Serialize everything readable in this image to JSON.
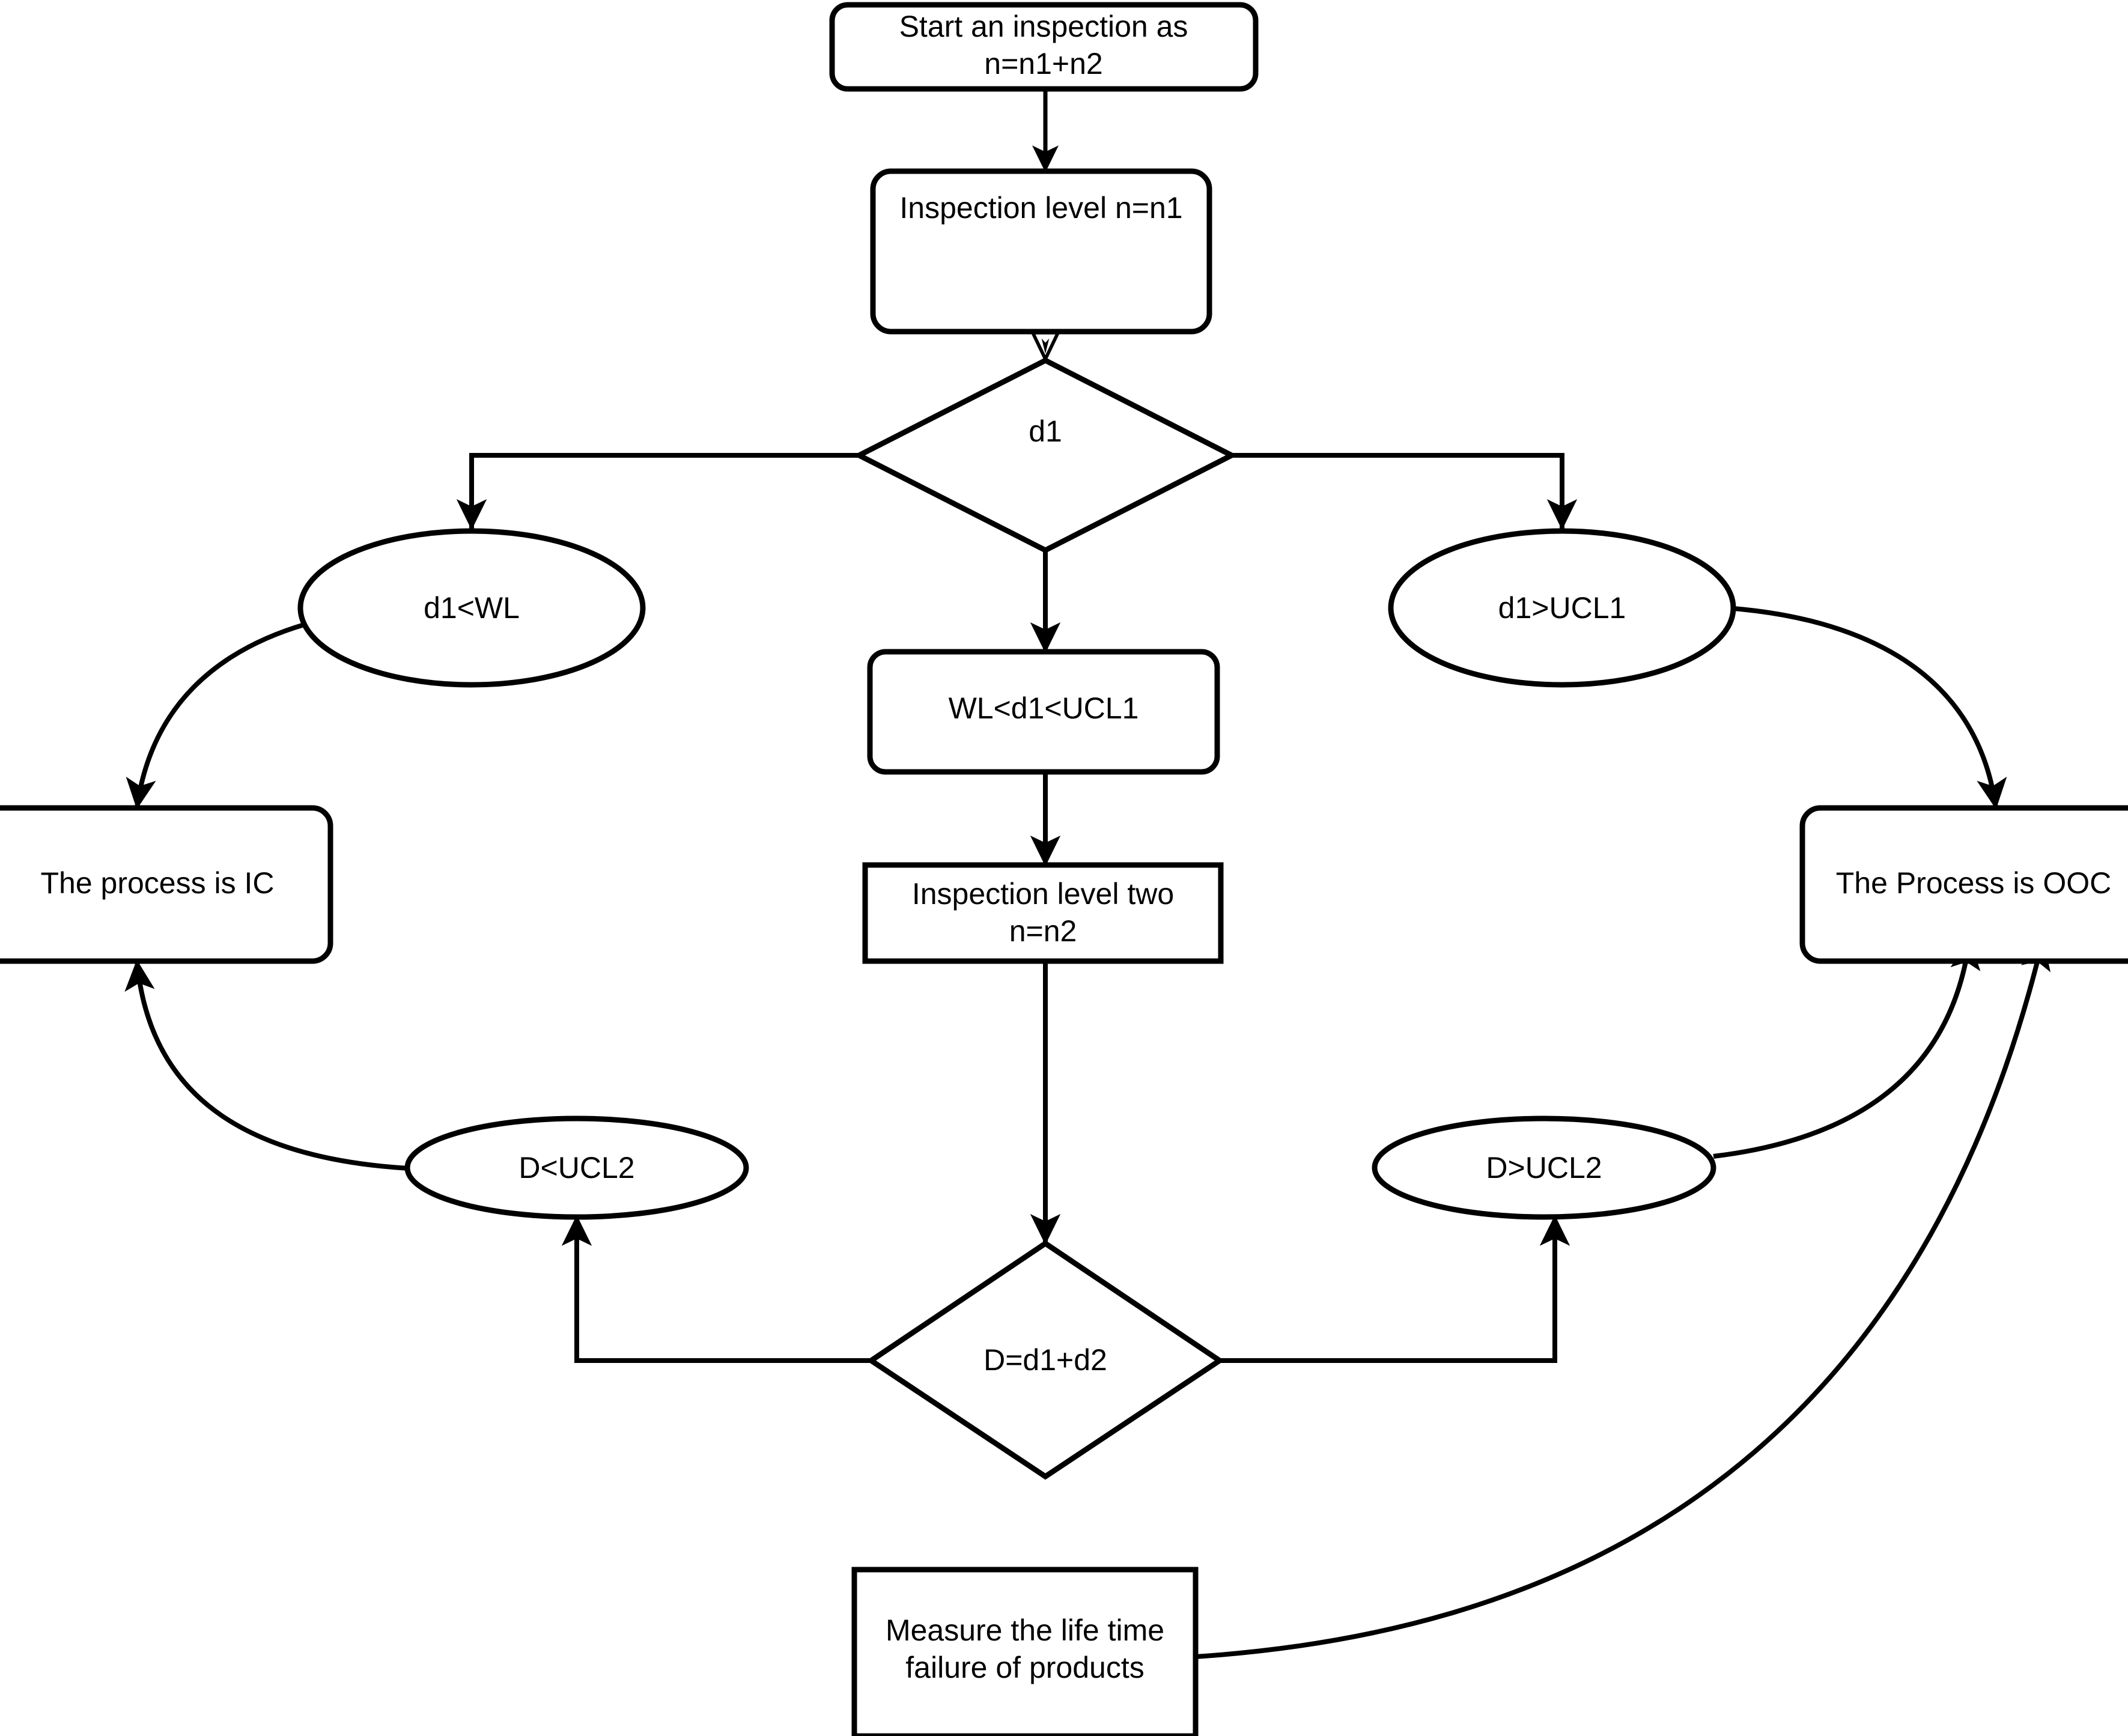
{
  "diagram": {
    "title": "Two-level inspection sampling decision flowchart",
    "background_color": "#ffffff",
    "line_color": "#000000",
    "text_color": "#000000"
  },
  "nodes": {
    "start": {
      "shape": "rounded-rectangle",
      "line1": "Start an inspection as",
      "line2": "n=n1+n2"
    },
    "inspection_level_one": {
      "shape": "rounded-rectangle",
      "label": "Inspection level n=n1"
    },
    "decision_d1": {
      "shape": "diamond",
      "label": "d1"
    },
    "branch_below_wl": {
      "shape": "ellipse",
      "label": "d1<WL"
    },
    "branch_between": {
      "shape": "rounded-rectangle",
      "label": "WL<d1<UCL1"
    },
    "branch_above_ucl1": {
      "shape": "ellipse",
      "label": "d1>UCL1"
    },
    "process_ic": {
      "shape": "rounded-rectangle",
      "label": "The process is IC"
    },
    "process_ooc": {
      "shape": "rounded-rectangle",
      "label": "The Process is OOC"
    },
    "inspection_level_two": {
      "shape": "rectangle",
      "line1": "Inspection level two",
      "line2": "n=n2"
    },
    "decision_total_d": {
      "shape": "diamond",
      "label": "D=d1+d2"
    },
    "branch_d_below_ucl2": {
      "shape": "ellipse",
      "label": "D<UCL2"
    },
    "branch_d_above_ucl2": {
      "shape": "ellipse",
      "label": "D>UCL2"
    },
    "measure_lifetime": {
      "shape": "rectangle",
      "line1": "Measure the life time",
      "line2": "failure of products"
    }
  },
  "edges": [
    {
      "from": "start",
      "to": "inspection_level_one",
      "style": "straight-arrow"
    },
    {
      "from": "inspection_level_one",
      "to": "decision_d1",
      "style": "straight-double-arrow"
    },
    {
      "from": "decision_d1",
      "to": "branch_below_wl",
      "style": "elbow-left-arrow"
    },
    {
      "from": "decision_d1",
      "to": "branch_between",
      "style": "straight-arrow"
    },
    {
      "from": "decision_d1",
      "to": "branch_above_ucl1",
      "style": "elbow-right-arrow"
    },
    {
      "from": "branch_below_wl",
      "to": "process_ic",
      "style": "curve-arrow"
    },
    {
      "from": "branch_above_ucl1",
      "to": "process_ooc",
      "style": "curve-arrow"
    },
    {
      "from": "branch_between",
      "to": "inspection_level_two",
      "style": "straight-arrow"
    },
    {
      "from": "inspection_level_two",
      "to": "decision_total_d",
      "style": "straight-arrow"
    },
    {
      "from": "decision_total_d",
      "to": "branch_d_below_ucl2",
      "style": "elbow-left-arrow"
    },
    {
      "from": "decision_total_d",
      "to": "branch_d_above_ucl2",
      "style": "elbow-right-arrow"
    },
    {
      "from": "branch_d_below_ucl2",
      "to": "process_ic",
      "style": "curve-arrow"
    },
    {
      "from": "branch_d_above_ucl2",
      "to": "process_ooc",
      "style": "curve-arrow"
    },
    {
      "from": "measure_lifetime",
      "to": "process_ooc",
      "style": "long-curve"
    }
  ]
}
